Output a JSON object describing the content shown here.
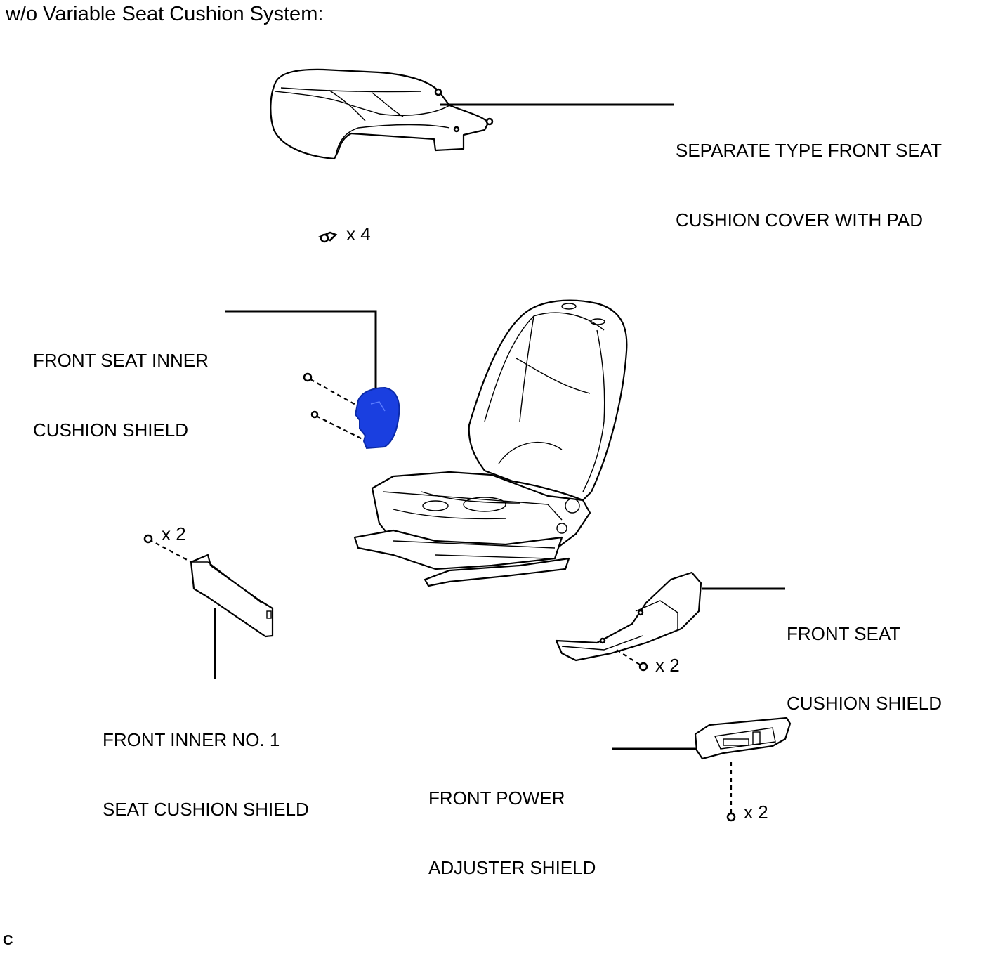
{
  "title": "w/o Variable Seat Cushion System:",
  "labels": {
    "cushion_cover": [
      "SEPARATE TYPE FRONT SEAT",
      "CUSHION COVER WITH PAD"
    ],
    "inner_cushion_shield": [
      "FRONT SEAT INNER",
      "CUSHION SHIELD"
    ],
    "inner_no1_shield": [
      "FRONT INNER NO. 1",
      "SEAT CUSHION SHIELD"
    ],
    "cushion_shield": [
      "FRONT SEAT",
      "CUSHION SHIELD"
    ],
    "power_adjuster_shield": [
      "FRONT POWER",
      "ADJUSTER SHIELD"
    ]
  },
  "quantities": {
    "cover_clips": "x 4",
    "inner_no1_screws": "x 2",
    "cushion_shield_screws": "x 2",
    "adjuster_screws": "x 2"
  },
  "highlight_color": "#1a3fe0",
  "corner_mark": "C"
}
